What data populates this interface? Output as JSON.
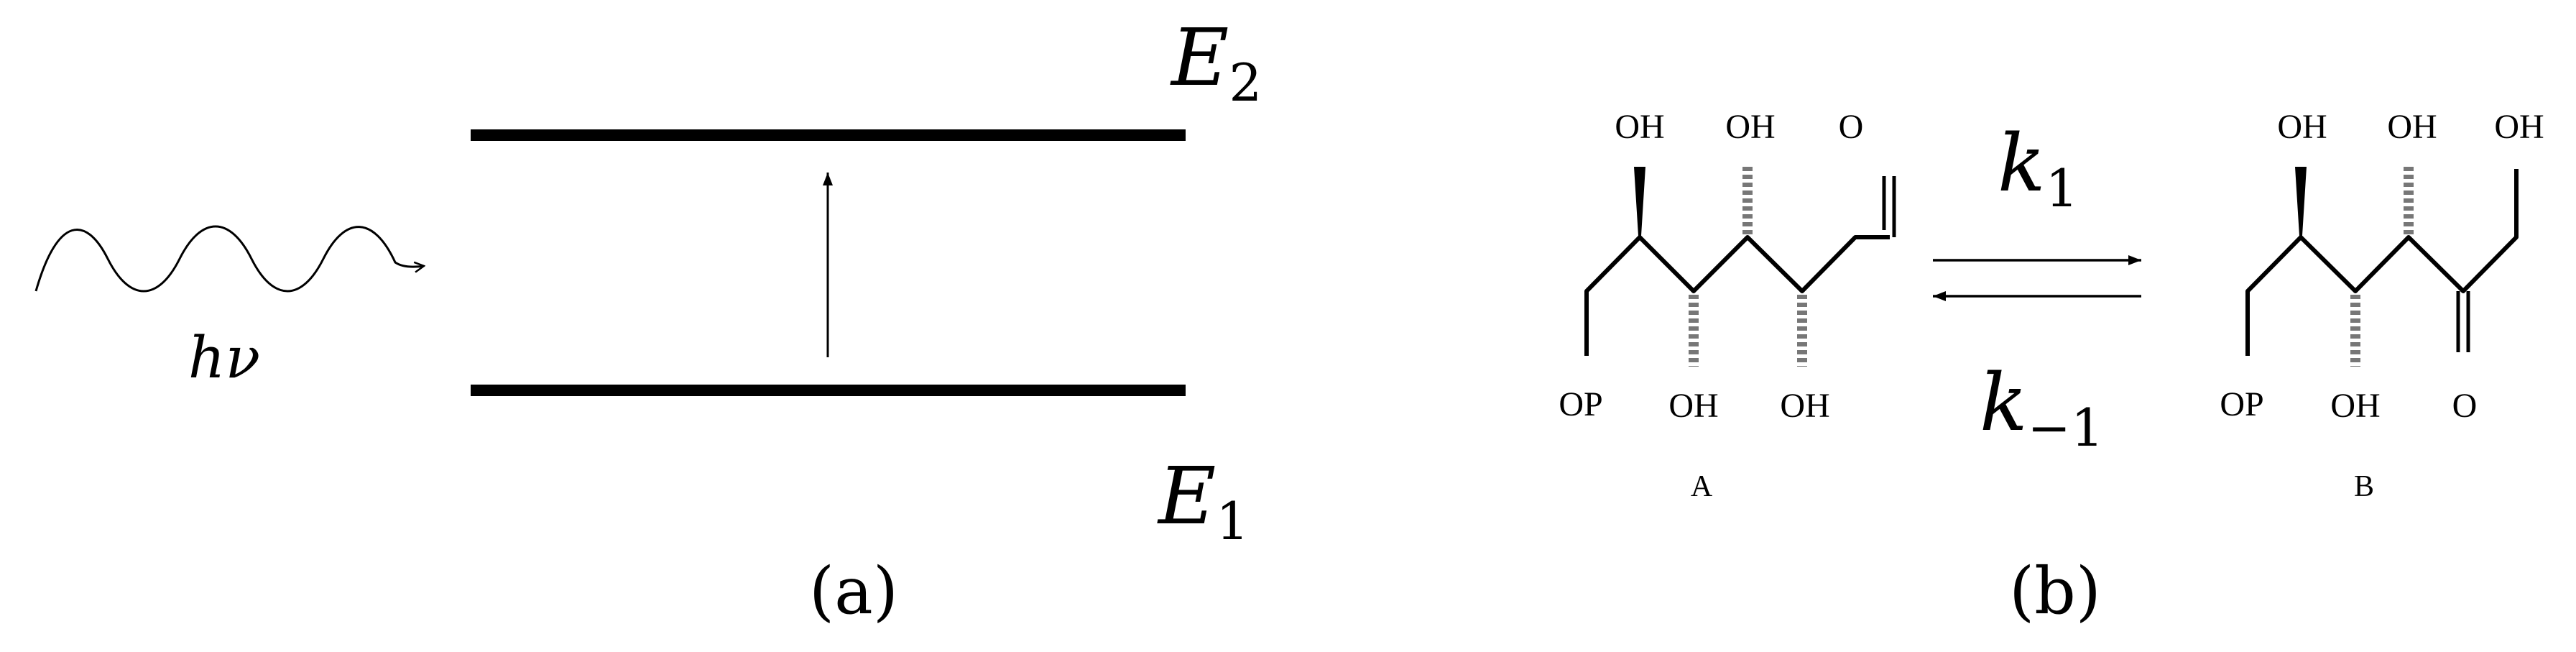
{
  "panel_a": {
    "caption": "(a)",
    "photon_label": "hν",
    "upper_level": {
      "symbol": "E",
      "subscript": "2"
    },
    "lower_level": {
      "symbol": "E",
      "subscript": "1"
    }
  },
  "panel_b": {
    "caption": "(b)",
    "forward_rate": {
      "symbol": "k",
      "subscript": "1"
    },
    "reverse_rate": {
      "symbol": "k",
      "subscript": "−1"
    },
    "molecule_a": {
      "label": "A",
      "top_groups": [
        "OH",
        "OH",
        "O"
      ],
      "bottom_groups": [
        "OP",
        "OH",
        "OH"
      ]
    },
    "molecule_b": {
      "label": "B",
      "top_groups": [
        "OH",
        "OH",
        "OH"
      ],
      "bottom_groups": [
        "OP",
        "OH",
        "O"
      ]
    }
  }
}
